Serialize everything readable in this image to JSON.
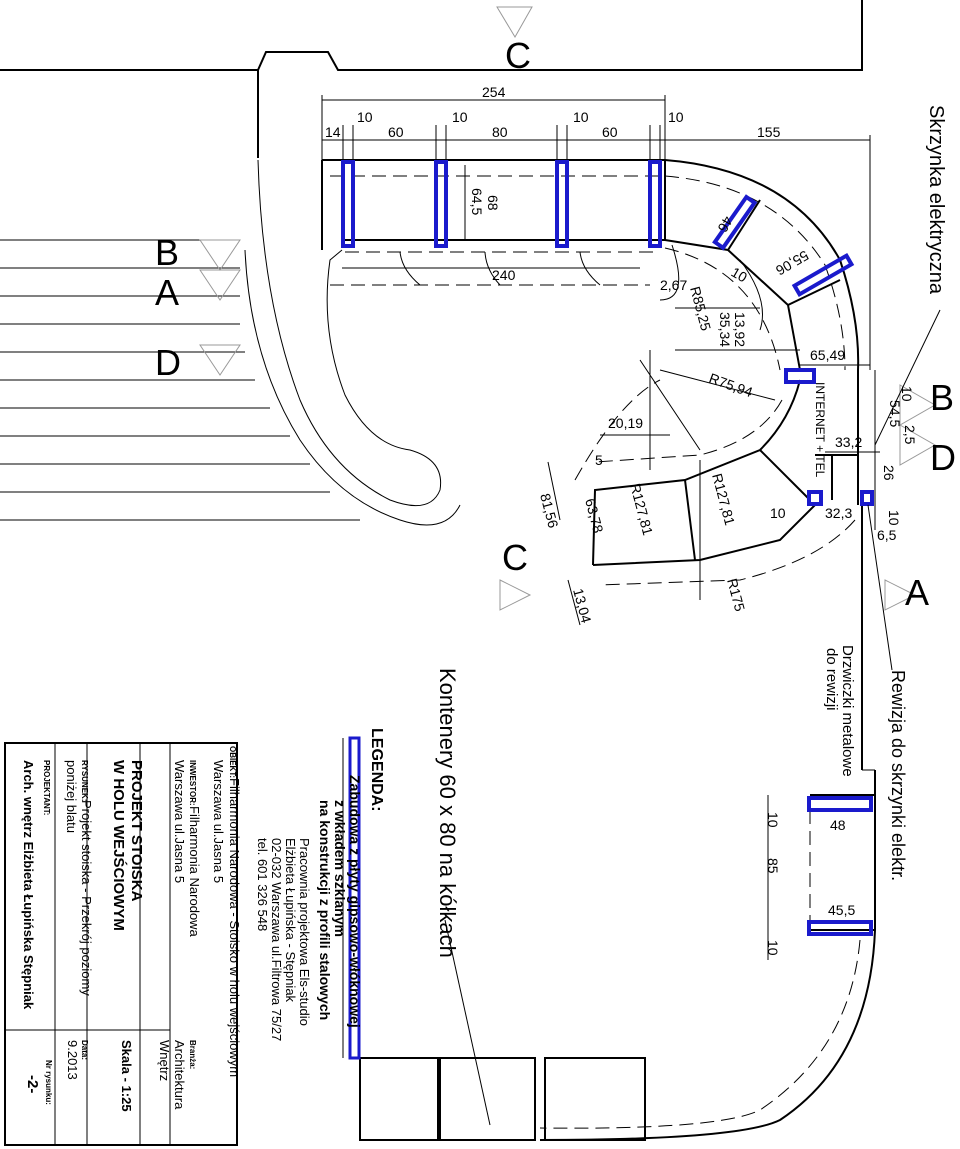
{
  "section_markers": {
    "c_top": "C",
    "b_left": "B",
    "a_left": "A",
    "d_left": "D",
    "b_right": "B",
    "d_right": "D",
    "c_bottom": "C",
    "a_right": "A"
  },
  "top_dims": {
    "overall": "254",
    "d14": "14",
    "d10a": "10",
    "d60a": "60",
    "d10b": "10",
    "d80": "80",
    "d10c": "10",
    "d60b": "60",
    "d10d": "10",
    "d155": "155"
  },
  "inner_dims": {
    "d68": "68",
    "d64_5": "64,5",
    "d240": "240",
    "d46": "46",
    "d10": "10",
    "d55_06": "55,06",
    "d2_67": "2,67",
    "r85_25": "R85,25",
    "d13_92": "13,92",
    "d35_34": "35,34",
    "d65_49": "65,49",
    "r75_94": "R75,94",
    "d20_19": "20,19",
    "d5": "5",
    "d81_56": "81,56",
    "d63_78": "63,78",
    "r127_81a": "R127,81",
    "r127_81b": "R127,81",
    "d10b": "10",
    "r175": "R175",
    "d13_04": "13,04",
    "d32_3": "32,3",
    "d33_2": "33,2",
    "d54_5": "54,5",
    "d2_5": "2,5",
    "d10c": "10",
    "d26": "26",
    "d10d": "10",
    "d6_5": "6,5"
  },
  "labels": {
    "internet": "INTERNET + TEL",
    "skrzynka": "Skrzynka elektryczna",
    "rewizja": "Rewizja do skrzynki elektr.",
    "drzwiczki_1": "Drzwiczki metalowe",
    "drzwiczki_2": "do rewizji",
    "kontenery": "Kontenery 60 x 80 na kółkach"
  },
  "right_block_dims": {
    "d10a": "10",
    "d48": "48",
    "d85": "85",
    "d45_5": "45,5",
    "d10b": "10"
  },
  "legend": {
    "title": "LEGENDA:",
    "line1": "Zabudowa z płyty gipsowo-włóknowej",
    "line2": "z wkładem szklanym",
    "line3": "na konstrukcji z profili stalowych"
  },
  "title_block": {
    "studio_line1": "Pracownia projektowa Els-studio",
    "studio_line2": "Elżbieta Łupińska - Stępniak",
    "studio_line3": "02-032 Warszawa ul.Filtrowa 75/27",
    "studio_line4": "tel. 601 326 548",
    "obiekt_label": "OBIEKT:",
    "obiekt_value": "Filharmonia Narodowa - Stoisko w holu wejściowym",
    "obiekt_address": "Warszawa ul.Jasna 5",
    "inwestor_label": "INWESTOR:",
    "inwestor_value": "Filharmonia Narodowa",
    "inwestor_address": "Warszawa ul.Jasna 5",
    "project_line1": "PROJEKT STOISKA",
    "project_line2": "W HOLU WEJŚCIOWYM",
    "rysunek_label": "RYSUNEK:",
    "rysunek_value1": "Projekt stoiska - Przekrój poziomy",
    "rysunek_value2": "poniżej blatu",
    "projektant_label": "PROJEKTANT:",
    "projektant_value": "Arch. wnętrz Elżbieta Łupińska Stępniak",
    "branza_label": "Branża:",
    "branza_value1": "Architektura",
    "branza_value2": "Wnętrz",
    "skala": "Skala - 1:25",
    "data_label": "Data:",
    "data_value": "9.2013",
    "nr_label": "Nr rysunku:",
    "nr_value": "-2-"
  },
  "colors": {
    "panel_blue": "#1a1acc",
    "line": "#000000",
    "marker_gray": "#999999"
  }
}
